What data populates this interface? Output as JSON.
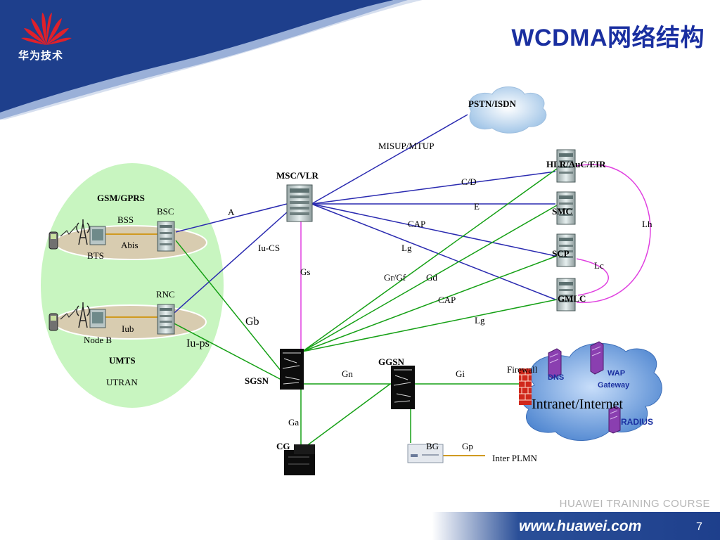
{
  "header": {
    "logo_text": "华为技术",
    "title": "WCDMA网络结构"
  },
  "footer": {
    "course": "HUAWEI TRAINING COURSE",
    "url": "www.huawei.com",
    "page": "7"
  },
  "colors": {
    "header_blue": "#1e3f8c",
    "title_blue": "#1a2fa0",
    "line_blue": "#2a2ab0",
    "line_green": "#15a015",
    "line_magenta": "#e040e0",
    "line_orange": "#d09a20",
    "ellipse_green": "#c8f5c0",
    "cloud_blue": "#5f93d6"
  },
  "diagram": {
    "nodes": {
      "pstn": "PSTN/ISDN",
      "msc": "MSC/VLR",
      "hlr": "HLR/AuC/EIR",
      "smc": "SMC",
      "scp": "SCP",
      "gmlc": "GMLC",
      "gsm_gprs": "GSM/GPRS",
      "bss": "BSS",
      "bsc": "BSC",
      "bts": "BTS",
      "rnc": "RNC",
      "node_b": "Node B",
      "umts": "UMTS",
      "utran": "UTRAN",
      "sgsn": "SGSN",
      "ggsn": "GGSN",
      "cg": "CG",
      "bg": "BG",
      "inter_plmn": "Inter PLMN",
      "firewall": "Firewall",
      "dns": "DNS",
      "wap_gateway_1": "WAP",
      "wap_gateway_2": "Gateway",
      "intranet": "Intranet/Internet",
      "radius": "RADIUS"
    },
    "interfaces": {
      "misup": "MISUP/MTUP",
      "cd": "C/D",
      "e": "E",
      "cap1": "CAP",
      "lg1": "Lg",
      "a": "A",
      "iu_cs": "Iu-CS",
      "gs": "Gs",
      "gr_gf": "Gr/Gf",
      "gd": "Gd",
      "cap2": "CAP",
      "lg2": "Lg",
      "lh": "Lh",
      "lc": "Lc",
      "abis": "Abis",
      "iub": "Iub",
      "gb": "Gb",
      "iu_ps": "Iu-ps",
      "gn": "Gn",
      "gi": "Gi",
      "ga": "Ga",
      "gp": "Gp"
    }
  }
}
